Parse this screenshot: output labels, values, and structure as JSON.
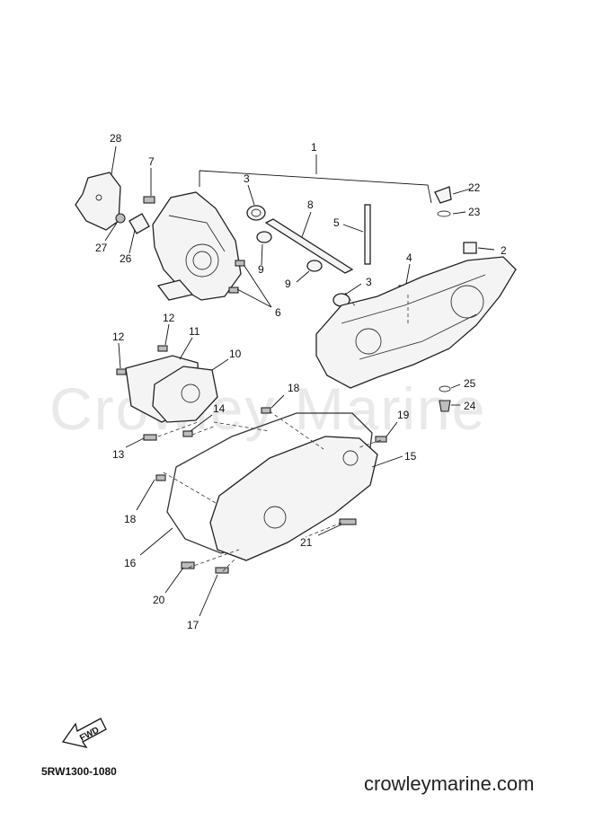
{
  "watermark": "Crowley Marine",
  "diagram_code": "5RW1300-1080",
  "site": "crowleymarine.com",
  "fwd_label": "FWD",
  "callouts": [
    "1",
    "2",
    "3",
    "3",
    "4",
    "5",
    "6",
    "7",
    "8",
    "9",
    "9",
    "10",
    "11",
    "12",
    "12",
    "13",
    "14",
    "15",
    "16",
    "17",
    "18",
    "18",
    "19",
    "20",
    "21",
    "22",
    "23",
    "24",
    "25",
    "26",
    "27",
    "28"
  ]
}
